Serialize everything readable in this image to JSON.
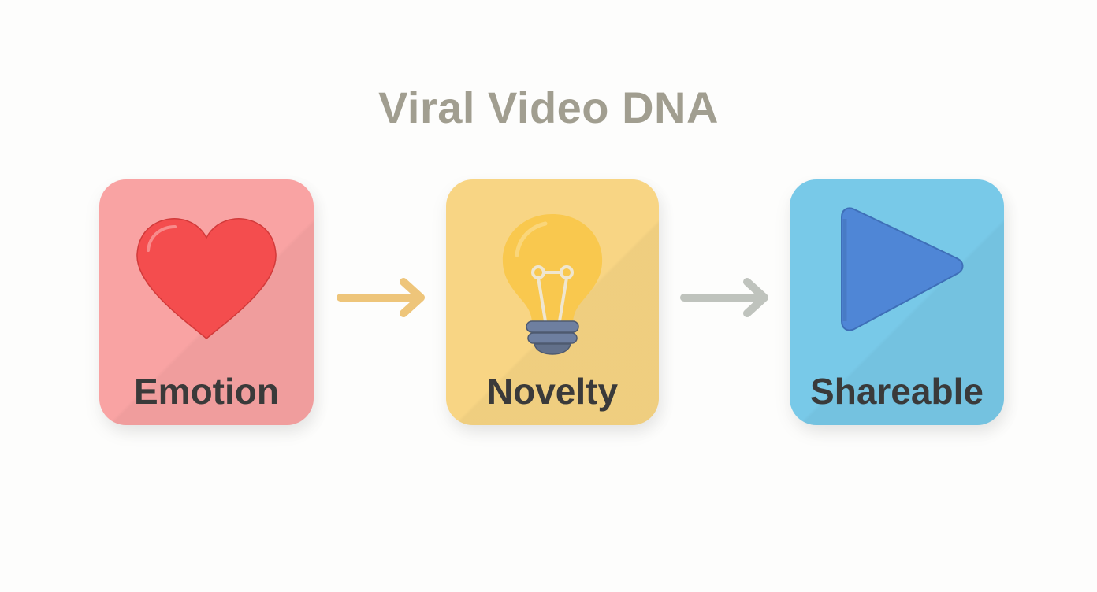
{
  "title": "Viral Video DNA",
  "steps": [
    {
      "label": "Emotion",
      "icon": "heart-icon",
      "color": "#f9a3a3",
      "icon_color": "#f44d4e"
    },
    {
      "label": "Novelty",
      "icon": "lightbulb-icon",
      "color": "#f8d584",
      "icon_color": "#f9c84e"
    },
    {
      "label": "Shareable",
      "icon": "play-icon",
      "color": "#78c9e8",
      "icon_color": "#4f86d6"
    }
  ],
  "connectors": [
    {
      "from": "Emotion",
      "to": "Novelty",
      "color": "#eec57a"
    },
    {
      "from": "Novelty",
      "to": "Shareable",
      "color": "#bfc3bd"
    }
  ]
}
